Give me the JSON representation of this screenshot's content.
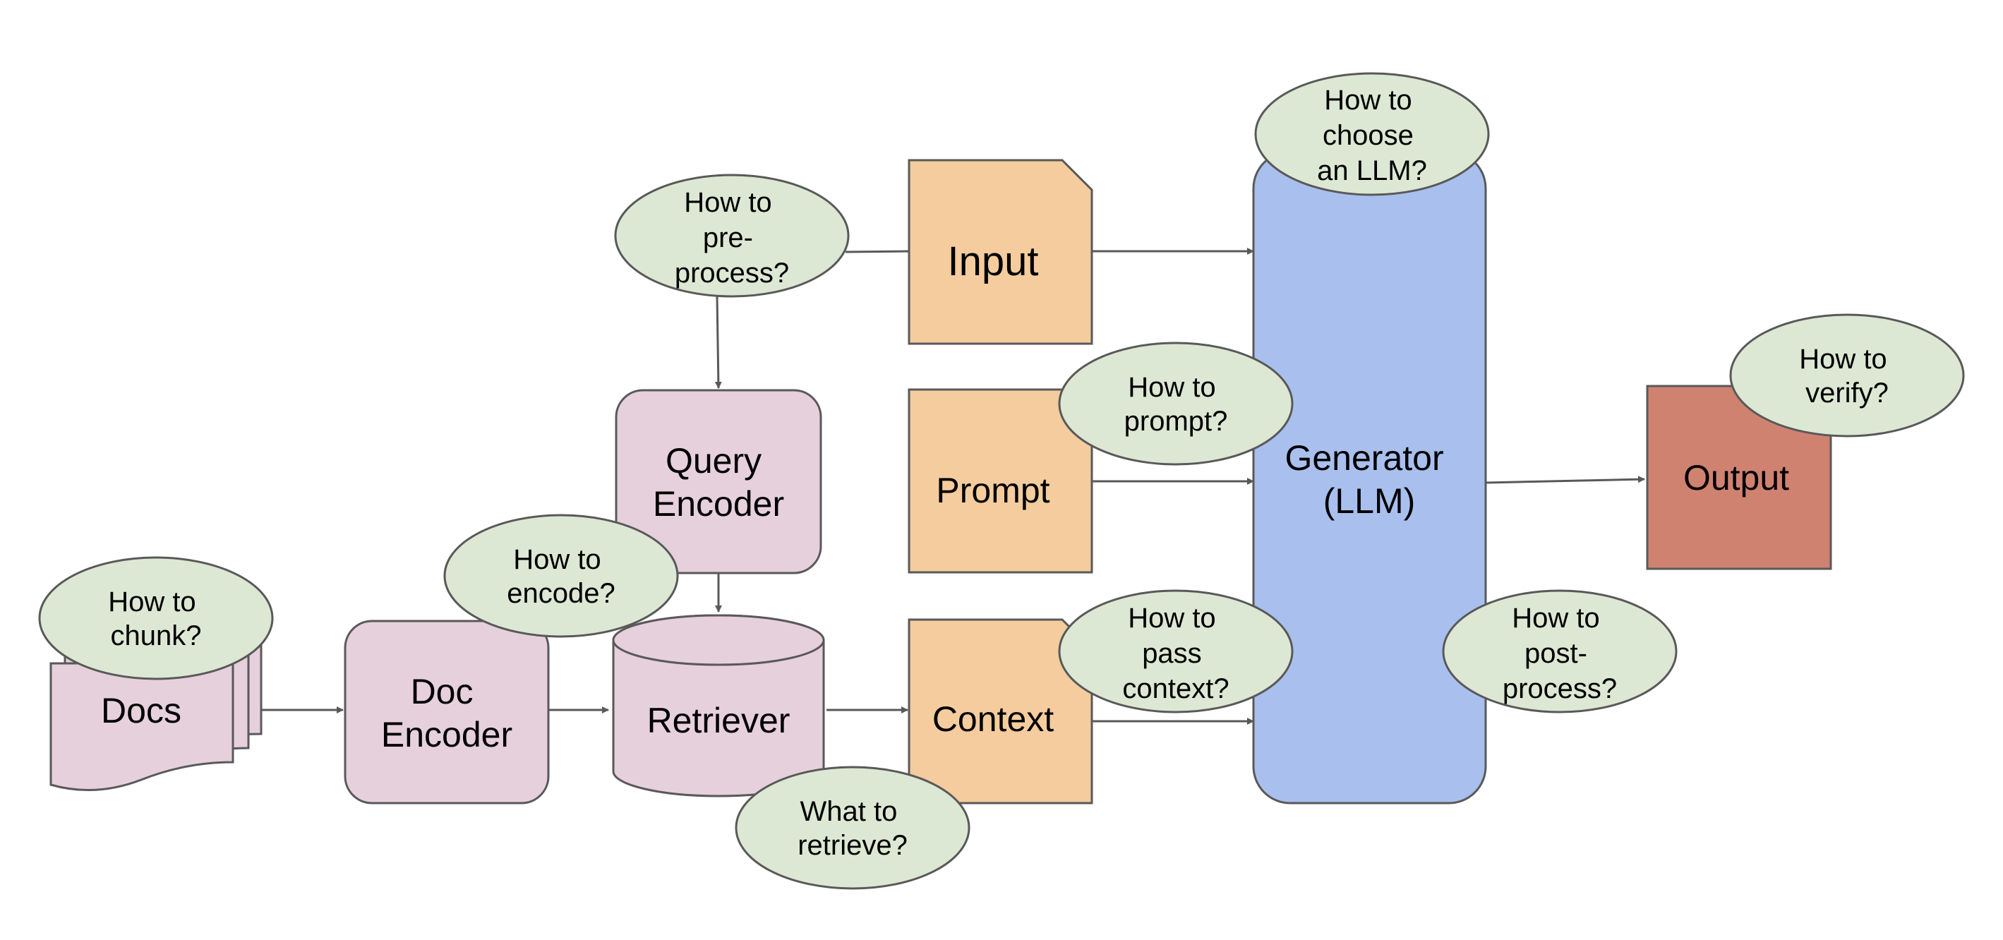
{
  "nodes": {
    "docs": {
      "label": "Docs"
    },
    "doc_encoder": {
      "lines": [
        "Doc",
        "Encoder"
      ]
    },
    "query_encoder": {
      "lines": [
        "Query",
        "Encoder"
      ]
    },
    "retriever": {
      "label": "Retriever"
    },
    "input": {
      "label": "Input"
    },
    "prompt": {
      "label": "Prompt"
    },
    "context": {
      "label": "Context"
    },
    "generator": {
      "lines": [
        "Generator",
        "(LLM)"
      ]
    },
    "output": {
      "label": "Output"
    }
  },
  "questions": {
    "chunk": {
      "lines": [
        "How to",
        "chunk?"
      ]
    },
    "encode": {
      "lines": [
        "How to",
        "encode?"
      ]
    },
    "preprocess": {
      "lines": [
        "How to",
        "pre-",
        "process?"
      ]
    },
    "retrieve": {
      "lines": [
        "What to",
        "retrieve?"
      ]
    },
    "prompt": {
      "lines": [
        "How to",
        "prompt?"
      ]
    },
    "pass_context": {
      "lines": [
        "How to",
        "pass",
        "context?"
      ]
    },
    "choose_llm": {
      "lines": [
        "How to",
        "choose",
        "an LLM?"
      ]
    },
    "postprocess": {
      "lines": [
        "How to",
        "post-",
        "process?"
      ]
    },
    "verify": {
      "lines": [
        "How to",
        "verify?"
      ]
    }
  },
  "colors": {
    "pink": "#e6d0dc",
    "orange": "#f4cc9d",
    "blue": "#a9c0ee",
    "red": "#d08271",
    "green": "#dde8d4",
    "stroke": "#595959"
  }
}
